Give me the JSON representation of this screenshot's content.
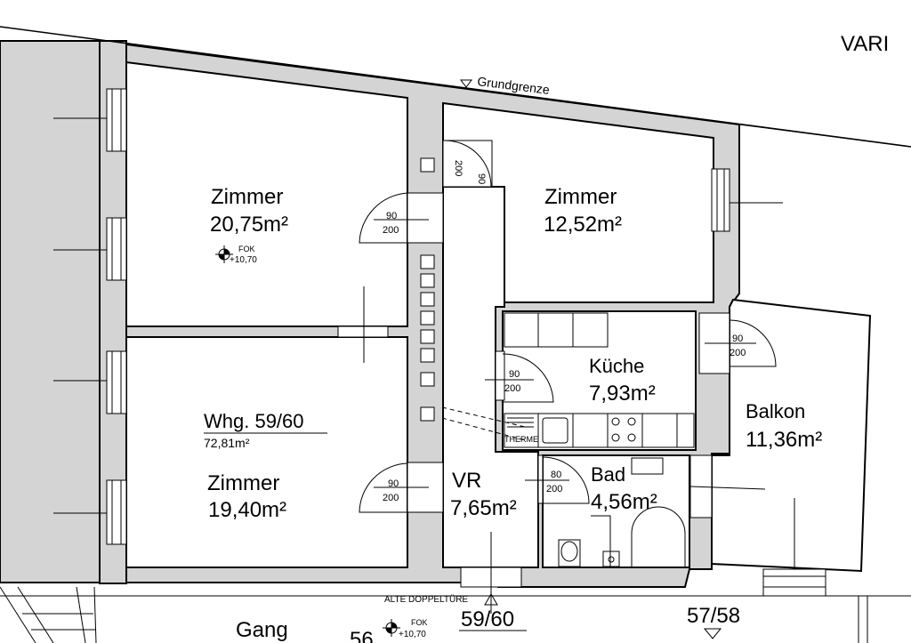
{
  "plan": {
    "corner_label": "VARI",
    "boundary_label": "Grundgrenze",
    "unit": {
      "name": "Whg. 59/60",
      "area": "72,81m²"
    },
    "rooms": [
      {
        "id": "zimmer-1",
        "name": "Zimmer",
        "area": "20,75m²"
      },
      {
        "id": "zimmer-2",
        "name": "Zimmer",
        "area": "12,52m²"
      },
      {
        "id": "zimmer-3",
        "name": "Zimmer",
        "area": "19,40m²"
      },
      {
        "id": "kueche",
        "name": "Küche",
        "area": "7,93m²"
      },
      {
        "id": "balkon",
        "name": "Balkon",
        "area": "11,36m²"
      },
      {
        "id": "vr",
        "name": "VR",
        "area": "7,65m²"
      },
      {
        "id": "bad",
        "name": "Bad",
        "area": "4,56m²"
      }
    ],
    "doors": [
      {
        "id": "door-zimmer-1",
        "width": "90",
        "height": "200"
      },
      {
        "id": "door-zimmer-2",
        "width": "90",
        "height": "200"
      },
      {
        "id": "door-kueche",
        "width": "90",
        "height": "200"
      },
      {
        "id": "door-balkon",
        "width": "90",
        "height": "200"
      },
      {
        "id": "door-zimmer-3",
        "width": "90",
        "height": "200"
      },
      {
        "id": "door-bad",
        "width": "80",
        "height": "200"
      }
    ],
    "fok_markers": [
      {
        "id": "fok-zimmer-1",
        "label": "FOK",
        "value": "+10,70"
      },
      {
        "id": "fok-gang",
        "label": "FOK",
        "value": "+10,70"
      }
    ],
    "kitchen_tag": "THERME",
    "bottom": {
      "corridor": "Gang",
      "old_door": "ALTE DOPPELTÜRE",
      "unit_number": "59/60",
      "neighbor_unit": "57/58",
      "neighbor_partial": "56"
    }
  }
}
